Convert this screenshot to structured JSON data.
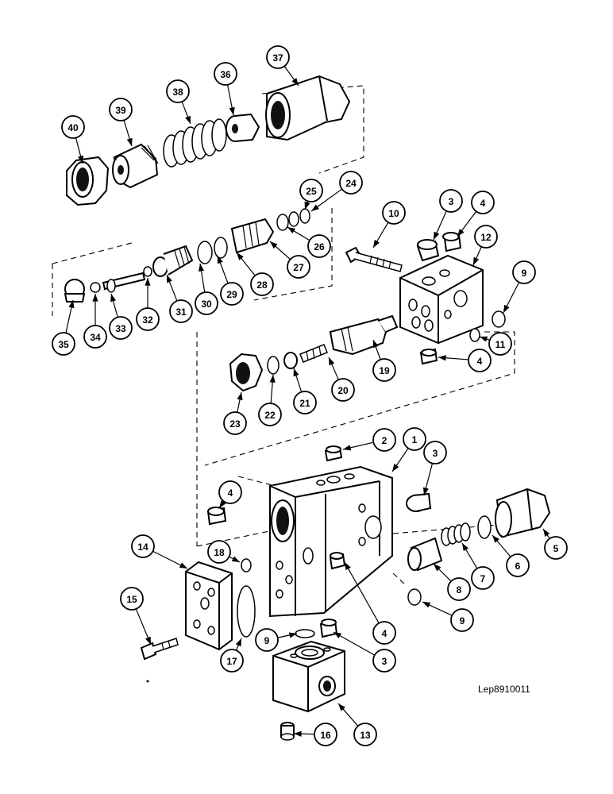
{
  "drawing_reference": "Lep8910011",
  "callouts": [
    {
      "label": "40"
    },
    {
      "label": "39"
    },
    {
      "label": "38"
    },
    {
      "label": "36"
    },
    {
      "label": "37"
    },
    {
      "label": "25"
    },
    {
      "label": "24"
    },
    {
      "label": "26"
    },
    {
      "label": "27"
    },
    {
      "label": "28"
    },
    {
      "label": "29"
    },
    {
      "label": "30"
    },
    {
      "label": "31"
    },
    {
      "label": "32"
    },
    {
      "label": "33"
    },
    {
      "label": "34"
    },
    {
      "label": "35"
    },
    {
      "label": "10"
    },
    {
      "label": "3"
    },
    {
      "label": "4"
    },
    {
      "label": "12"
    },
    {
      "label": "9"
    },
    {
      "label": "11"
    },
    {
      "label": "4"
    },
    {
      "label": "19"
    },
    {
      "label": "20"
    },
    {
      "label": "21"
    },
    {
      "label": "22"
    },
    {
      "label": "23"
    },
    {
      "label": "2"
    },
    {
      "label": "1"
    },
    {
      "label": "3"
    },
    {
      "label": "4"
    },
    {
      "label": "5"
    },
    {
      "label": "6"
    },
    {
      "label": "7"
    },
    {
      "label": "8"
    },
    {
      "label": "9"
    },
    {
      "label": "14"
    },
    {
      "label": "18"
    },
    {
      "label": "15"
    },
    {
      "label": "17"
    },
    {
      "label": "9"
    },
    {
      "label": "4"
    },
    {
      "label": "3"
    },
    {
      "label": "13"
    },
    {
      "label": "16"
    }
  ]
}
